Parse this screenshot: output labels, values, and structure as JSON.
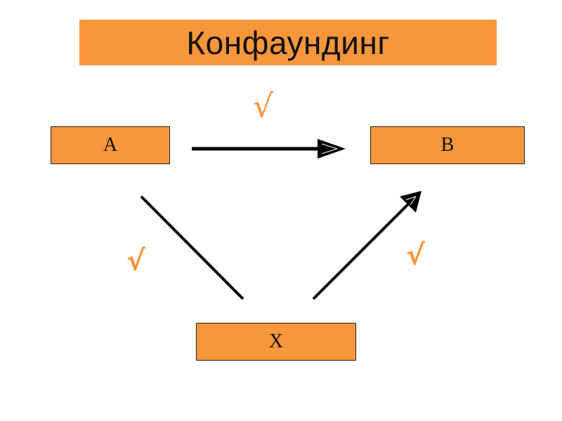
{
  "title": "Конфаундинг",
  "nodes": {
    "a": "A",
    "b": "B",
    "x": "X"
  },
  "checks": {
    "ab": "√",
    "ax": "√",
    "xb": "√"
  },
  "colors": {
    "accent": "#f7963b",
    "line": "#000000"
  }
}
